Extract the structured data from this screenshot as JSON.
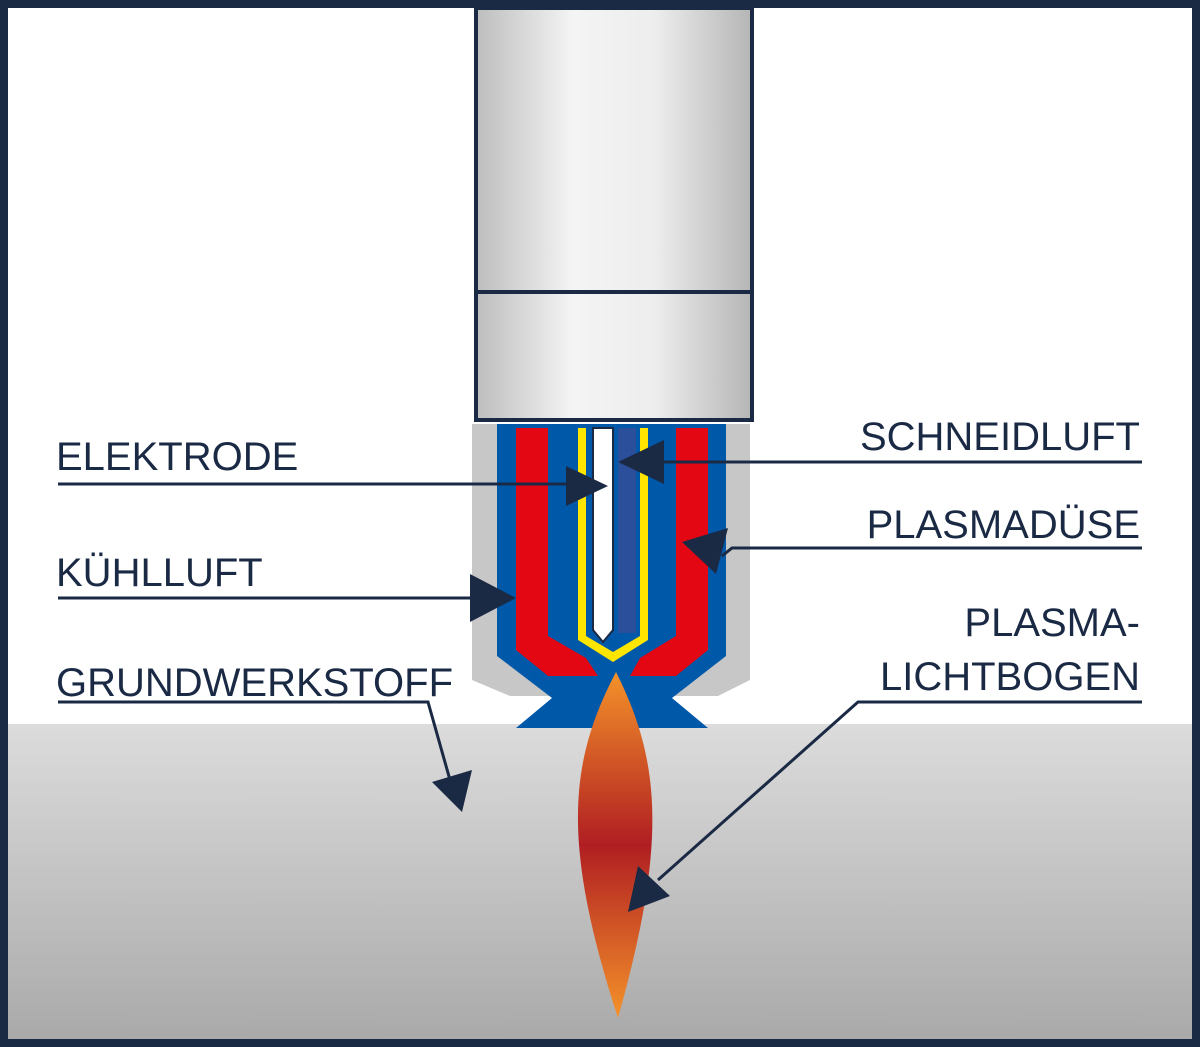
{
  "labels": {
    "elektrode": "ELEKTRODE",
    "kuehlluft": "KÜHLLUFT",
    "grundwerkstoff": "GRUNDWERKSTOFF",
    "schneidluft": "SCHNEIDLUFT",
    "plasmaduese": "PLASMADÜSE",
    "plasma_line1": "PLASMA-",
    "plasma_line2": "LICHTBOGEN"
  },
  "colors": {
    "frame": "#1b2a44",
    "leader": "#1b2a44",
    "torch_body": "#e6e6e6",
    "torch_shadow": "#c7c7c7",
    "nozzle_blue": "#0058a8",
    "nozzle_red": "#e30613",
    "electrode_yellow": "#ffe500",
    "electrode_inner_blue": "#2c4f9c",
    "workpiece": "#cfcfcf",
    "arc_orange": "#f08a24",
    "arc_red": "#b01e22"
  },
  "icons": {
    "arrowhead": "triangle-arrowhead-icon"
  }
}
